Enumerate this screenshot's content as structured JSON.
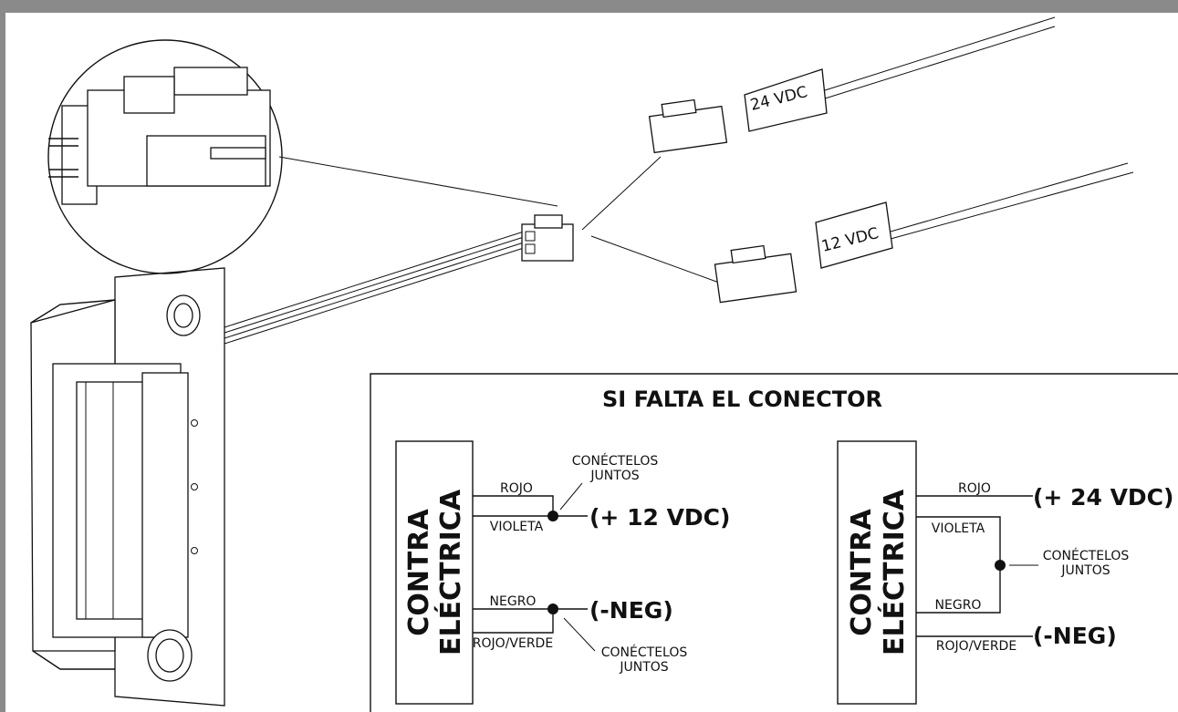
{
  "labels": {
    "voltage_24": "24 VDC",
    "voltage_12": "12 VDC"
  },
  "panel": {
    "title": "SI FALTA EL CONECTOR",
    "left": {
      "box_line1": "CONTRA",
      "box_line2": "ELÉCTRICA",
      "wire_rojo": "ROJO",
      "wire_violeta": "VIOLETA",
      "wire_negro": "NEGRO",
      "wire_rojo_verde": "ROJO/VERDE",
      "connect_top_1": "CONÉCTELOS",
      "connect_top_2": "JUNTOS",
      "connect_bottom_1": "CONÉCTELOS",
      "connect_bottom_2": "JUNTOS",
      "plus": "(+ 12 VDC)",
      "neg": "(-NEG)"
    },
    "right": {
      "box_line1": "CONTRA",
      "box_line2": "ELÉCTRICA",
      "wire_rojo": "ROJO",
      "wire_violeta": "VIOLETA",
      "wire_negro": "NEGRO",
      "wire_rojo_verde": "ROJO/VERDE",
      "connect_1": "CONÉCTELOS",
      "connect_2": "JUNTOS",
      "plus": "(+ 24 VDC)",
      "neg": "(-NEG)"
    }
  }
}
